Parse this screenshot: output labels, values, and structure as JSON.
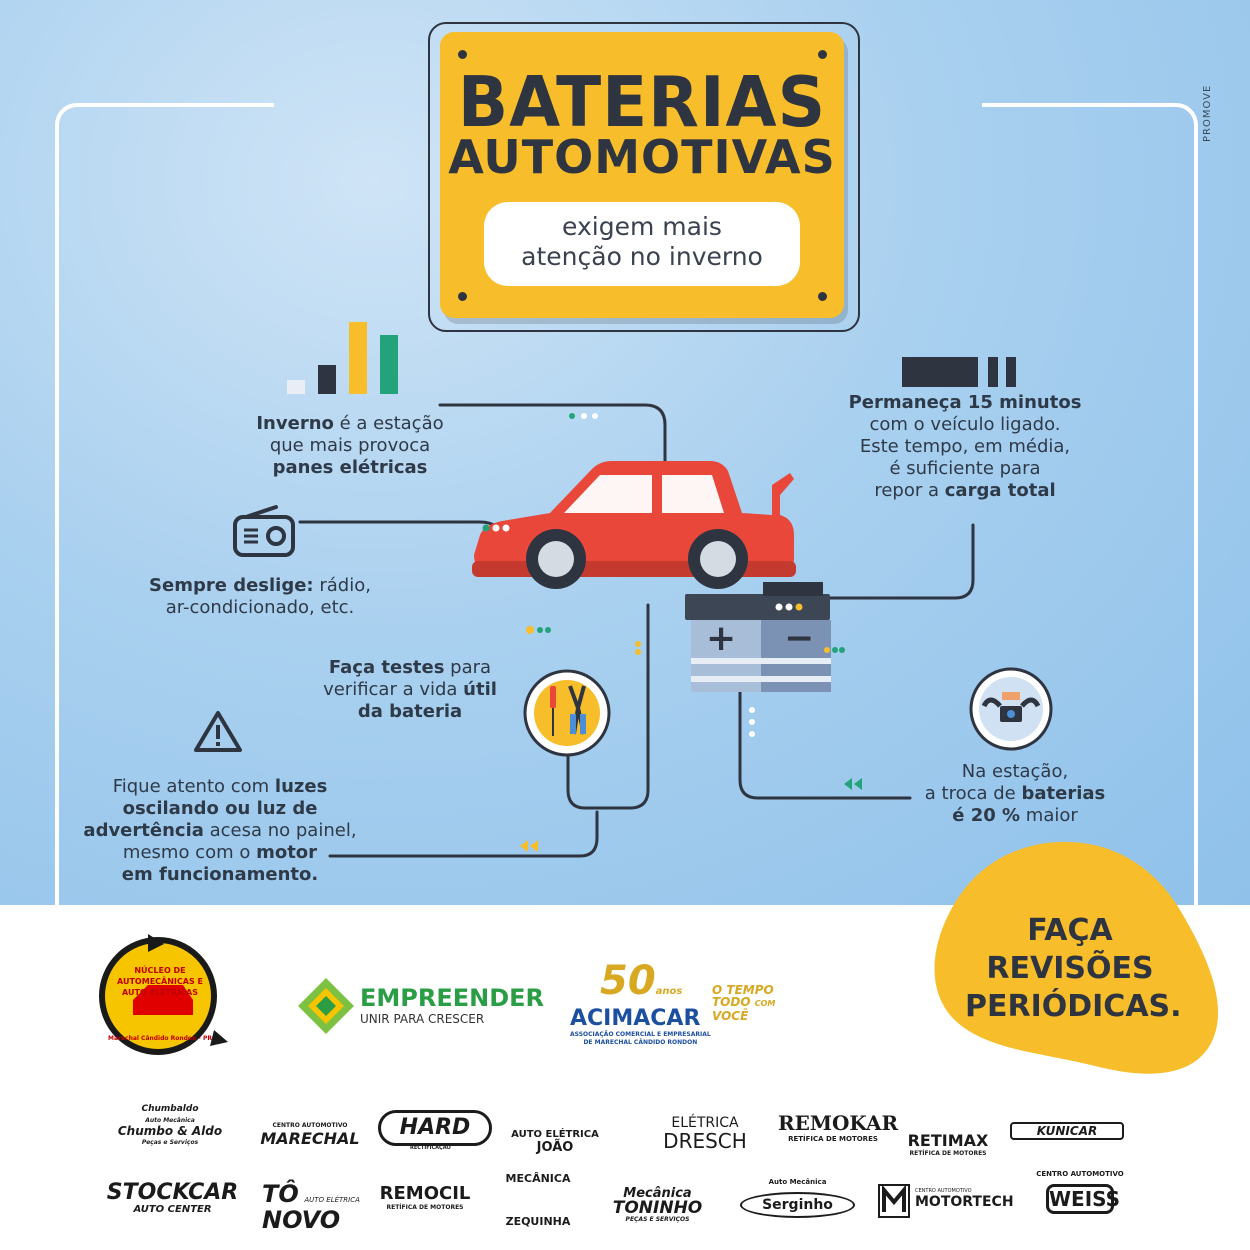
{
  "side_label": "PROMOVE",
  "header": {
    "title_line1": "BATERIAS",
    "title_line2": "AUTOMOTIVAS",
    "subtitle_line1": "exigem mais",
    "subtitle_line2": "atenção no inverno"
  },
  "tips": {
    "inverno": {
      "p1": "Inverno",
      "p2": " é a estação",
      "p3": "que mais provoca",
      "p4": "panes elétricas"
    },
    "desligue": {
      "p1": "Sempre deslige:",
      "p2": " rádio,",
      "p3": "ar-condicionado, etc."
    },
    "testes": {
      "p1": "Faça testes",
      "p2": " para",
      "p3": "verificar a vida ",
      "p4": "útil",
      "p5": "da bateria"
    },
    "luzes": {
      "p1": "Fique atento com ",
      "p2": "luzes",
      "p3": "oscilando ou luz de",
      "p4": "advertência",
      "p5": " acesa no painel,",
      "p6": "mesmo com o ",
      "p7": "motor",
      "p8": "em funcionamento."
    },
    "permaneca": {
      "p1": "Permaneça 15 minutos",
      "p2": "com o veículo ligado.",
      "p3": "Este tempo, em média,",
      "p4": "é suficiente para",
      "p5": "repor a ",
      "p6": "carga total"
    },
    "troca": {
      "p1": "Na estação,",
      "p2": "a troca de ",
      "p3": "baterias",
      "p4": "é 20 %",
      "p5": " maior"
    }
  },
  "battery": {
    "plus": "+",
    "minus": "−"
  },
  "callout": {
    "line1": "FAÇA",
    "line2": "REVISÕES",
    "line3": "PERIÓDICAS."
  },
  "sponsors": {
    "nucleo": {
      "line1": "NÚCLEO DE AUTOMECÂNICAS E",
      "line2": "AUTO ELÉTRICAS",
      "line3": "Marechal Cândido Rondon - PR"
    },
    "empreender": {
      "name": "EMPREENDER",
      "tagline": "UNIR PARA CRESCER"
    },
    "acimacar": {
      "years": "50",
      "years_label": "anos",
      "name": "ACIMACAR",
      "desc1": "ASSOCIAÇÃO COMERCIAL E EMPRESARIAL",
      "desc2": "DE MARECHAL CÂNDIDO RONDON",
      "slogan1": "O TEMPO",
      "slogan2": "TODO",
      "slogan3": "COM",
      "slogan4": "VOCÊ"
    }
  },
  "logos_row1": [
    {
      "line1": "Chumbaldo",
      "line2": "Auto Mecânica",
      "line3": "Chumbo & Aldo",
      "line4": "Peças e Serviços"
    },
    {
      "line1": "CENTRO AUTOMOTIVO",
      "line2": "MARECHAL"
    },
    {
      "line1": "HARD",
      "line2": "RECTIFICAÇÃO"
    },
    {
      "line1": "AUTO ELÉTRICA",
      "line2": "JOÃO"
    },
    {
      "line1": "ELÉTRICA",
      "line2": "DRESCH"
    },
    {
      "line1": "REMOKAR",
      "line2": "RETÍFICA DE MOTORES"
    },
    {
      "line1": "RETIMAX",
      "line2": "RETÍFICA DE MOTORES"
    },
    {
      "line1": "KUNICAR"
    }
  ],
  "logos_row2": [
    {
      "line1": "STOCKCAR",
      "line2": "AUTO CENTER"
    },
    {
      "line1": "TÔ",
      "line2": "AUTO ELÉTRICA",
      "line3": "NOVO"
    },
    {
      "line1": "REMOCIL",
      "line2": "RETÍFICA DE MOTORES"
    },
    {
      "line1": "MECÂNICA",
      "line2": "ZEQUINHA"
    },
    {
      "line1": "Mecânica",
      "line2": "TONINHO",
      "line3": "PEÇAS E SERVIÇOS"
    },
    {
      "line1": "Auto Mecânica",
      "line2": "Serginho"
    },
    {
      "line1": "CENTRO AUTOMOTIVO",
      "line2": "MOTORTECH"
    },
    {
      "line1": "CENTRO AUTOMOTIVO",
      "line2": "WEISS"
    }
  ],
  "colors": {
    "yellow": "#f7bd2a",
    "dark": "#2e3440",
    "red": "#e8473a",
    "green": "#22a37a",
    "sky": "#a9d0ef"
  }
}
